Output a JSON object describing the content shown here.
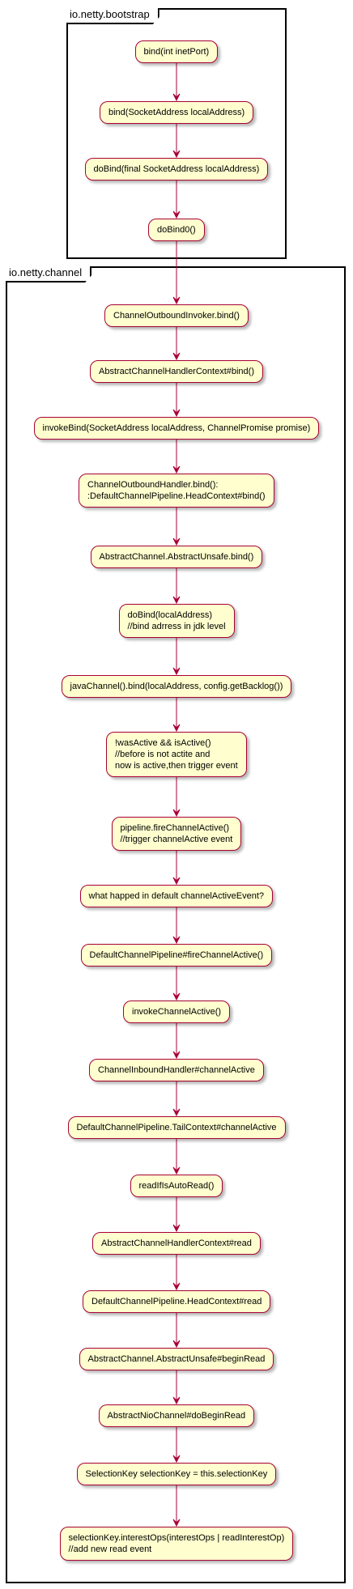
{
  "packages": [
    {
      "name": "io.netty.bootstrap"
    },
    {
      "name": "io.netty.channel"
    }
  ],
  "nodes": [
    {
      "lines": [
        "bind(int inetPort)"
      ]
    },
    {
      "lines": [
        "bind(SocketAddress localAddress)"
      ]
    },
    {
      "lines": [
        "doBind(final SocketAddress localAddress)"
      ]
    },
    {
      "lines": [
        "doBind0()"
      ]
    },
    {
      "lines": [
        "ChannelOutboundInvoker.bind()"
      ]
    },
    {
      "lines": [
        "AbstractChannelHandlerContext#bind()"
      ]
    },
    {
      "lines": [
        "invokeBind(SocketAddress localAddress, ChannelPromise promise)"
      ]
    },
    {
      "lines": [
        "ChannelOutboundHandler.bind():",
        ":DefaultChannelPipeline.HeadContext#bind()"
      ]
    },
    {
      "lines": [
        "AbstractChannel.AbstractUnsafe.bind()"
      ]
    },
    {
      "lines": [
        "doBind(localAddress)",
        "//bind adrress in jdk level"
      ]
    },
    {
      "lines": [
        "javaChannel().bind(localAddress, config.getBacklog())"
      ]
    },
    {
      "lines": [
        "!wasActive && isActive()",
        "//before is not actite and",
        "now is active,then trigger event"
      ]
    },
    {
      "lines": [
        "pipeline.fireChannelActive()",
        "//trigger channelActive event"
      ]
    },
    {
      "lines": [
        "what happed in default channelActiveEvent?"
      ]
    },
    {
      "lines": [
        "DefaultChannelPipeline#fireChannelActive()"
      ]
    },
    {
      "lines": [
        "invokeChannelActive()"
      ]
    },
    {
      "lines": [
        "ChannelInboundHandler#channelActive"
      ]
    },
    {
      "lines": [
        "DefaultChannelPipeline.TailContext#channelActive"
      ]
    },
    {
      "lines": [
        "readIfIsAutoRead()"
      ]
    },
    {
      "lines": [
        "AbstractChannelHandlerContext#read"
      ]
    },
    {
      "lines": [
        "DefaultChannelPipeline.HeadContext#read"
      ]
    },
    {
      "lines": [
        "AbstractChannel.AbstractUnsafe#beginRead"
      ]
    },
    {
      "lines": [
        "AbstractNioChannel#doBeginRead"
      ]
    },
    {
      "lines": [
        "SelectionKey selectionKey = this.selectionKey"
      ]
    },
    {
      "lines": [
        "selectionKey.interestOps(interestOps | readInterestOp)",
        "//add new read event"
      ]
    }
  ],
  "colors": {
    "node_fill": "#fefece",
    "node_border": "#a80036",
    "arrow": "#a80036"
  }
}
